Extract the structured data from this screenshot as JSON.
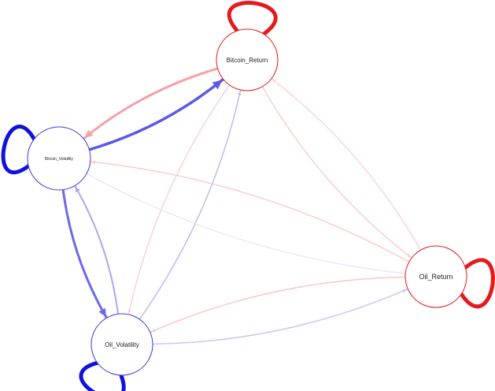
{
  "nodes": [
    {
      "id": "bitcoin_return",
      "label": "Bitcoin_Return",
      "color": "#e41a1c",
      "loop_color": "#e41a1c"
    },
    {
      "id": "bitcoin_volatility",
      "label": "Bitcoin_Volatility",
      "color": "#3a3ae0",
      "loop_color": "#1111dd"
    },
    {
      "id": "oil_return",
      "label": "Oil_Return",
      "color": "#e41a1c",
      "loop_color": "#e41a1c"
    },
    {
      "id": "oil_volatility",
      "label": "Oil_Volatility",
      "color": "#3a3ae0",
      "loop_color": "#1111dd"
    }
  ],
  "edges": [
    {
      "from": "bitcoin_return",
      "to": "bitcoin_volatility",
      "color": "#f4a3a6"
    },
    {
      "from": "bitcoin_volatility",
      "to": "bitcoin_return",
      "color": "#5a5ae6"
    },
    {
      "from": "bitcoin_volatility",
      "to": "oil_volatility",
      "color": "#6a6ae8"
    },
    {
      "from": "oil_volatility",
      "to": "bitcoin_volatility",
      "color": "#a9a9f1"
    },
    {
      "from": "bitcoin_return",
      "to": "oil_volatility",
      "color": "#f7cdd0"
    },
    {
      "from": "oil_volatility",
      "to": "bitcoin_return",
      "color": "#bcbcf4"
    },
    {
      "from": "bitcoin_return",
      "to": "oil_return",
      "color": "#f6c8cb"
    },
    {
      "from": "oil_return",
      "to": "bitcoin_return",
      "color": "#f7d0d3"
    },
    {
      "from": "oil_return",
      "to": "bitcoin_volatility",
      "color": "#f7cdd0"
    },
    {
      "from": "bitcoin_volatility",
      "to": "oil_return",
      "color": "#e4e4f8"
    },
    {
      "from": "oil_return",
      "to": "oil_volatility",
      "color": "#f6c8cb"
    },
    {
      "from": "oil_volatility",
      "to": "oil_return",
      "color": "#c8c8f5"
    }
  ]
}
